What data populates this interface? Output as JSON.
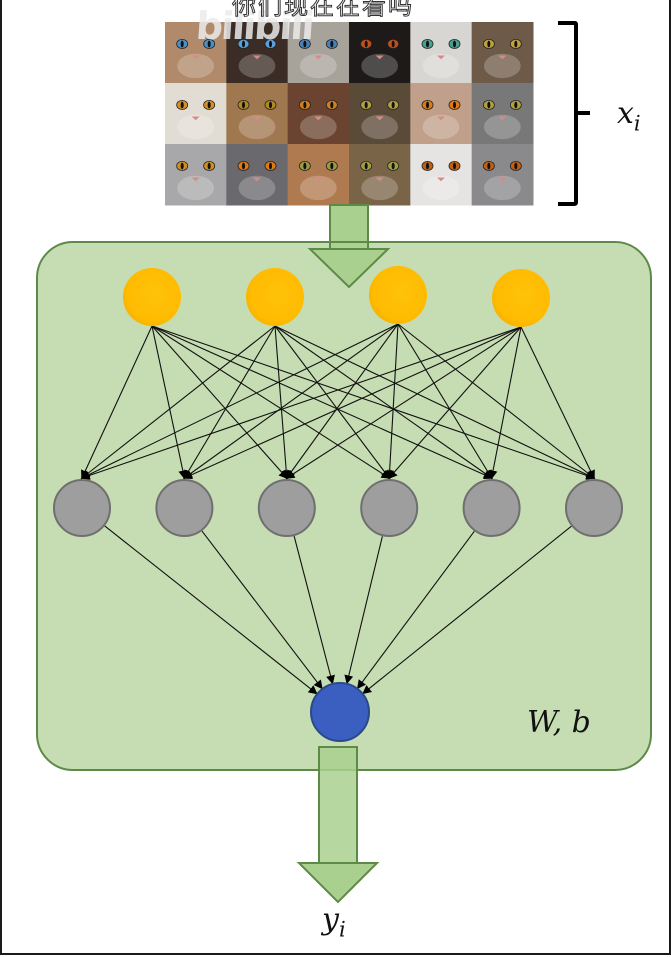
{
  "overlay": {
    "subtitle": "你们现在在看吗",
    "watermark": "bilibili"
  },
  "labels": {
    "input": {
      "var": "x",
      "sub": "i"
    },
    "output": {
      "var": "y",
      "sub": "i"
    },
    "params": "W, b"
  },
  "input_image": {
    "description": "grid of cat face photos",
    "rows": 3,
    "cols": 6,
    "cells": [
      {
        "fur": "#b08a6a",
        "eyes": "#4a90c8"
      },
      {
        "fur": "#3b2c25",
        "eyes": "#5aa0d8"
      },
      {
        "fur": "#a8a39a",
        "eyes": "#4a80b8"
      },
      {
        "fur": "#1e1a1a",
        "eyes": "#c0501e"
      },
      {
        "fur": "#d8d6d2",
        "eyes": "#4aa090"
      },
      {
        "fur": "#6e5a48",
        "eyes": "#c0a040"
      },
      {
        "fur": "#e2ddd4",
        "eyes": "#d89020"
      },
      {
        "fur": "#a07850",
        "eyes": "#b08a20"
      },
      {
        "fur": "#6a4430",
        "eyes": "#d08020"
      },
      {
        "fur": "#5a4a38",
        "eyes": "#b0a040"
      },
      {
        "fur": "#c0a08a",
        "eyes": "#e07a10"
      },
      {
        "fur": "#787878",
        "eyes": "#b0a040"
      },
      {
        "fur": "#a8a8aa",
        "eyes": "#d09020"
      },
      {
        "fur": "#6a6a6e",
        "eyes": "#e07a10"
      },
      {
        "fur": "#b07a50",
        "eyes": "#9a9a40"
      },
      {
        "fur": "#7a6448",
        "eyes": "#a0a040"
      },
      {
        "fur": "#e6e4e2",
        "eyes": "#c06010"
      },
      {
        "fur": "#8a8a8c",
        "eyes": "#c06010"
      }
    ]
  },
  "network": {
    "input_layer": {
      "count": 4,
      "color": "#ffc000"
    },
    "hidden_layer": {
      "count": 6,
      "color": "#9e9e9e"
    },
    "output_layer": {
      "count": 1,
      "color": "#3a5fc0"
    },
    "connections": "fully-connected"
  },
  "colors": {
    "box_fill": "#c4dcb0",
    "box_stroke": "#5e8a48",
    "arrow_fill": "#a9d08e",
    "arrow_stroke": "#5e8a48"
  }
}
